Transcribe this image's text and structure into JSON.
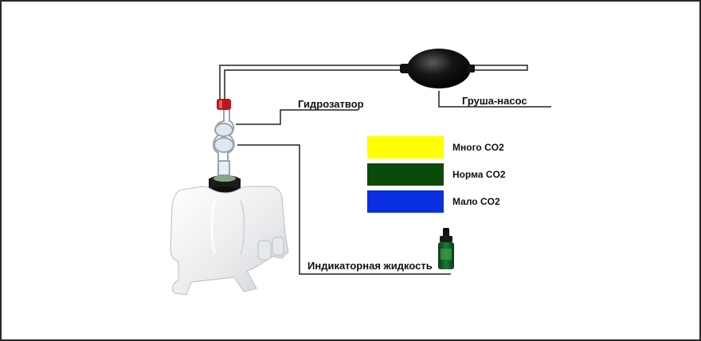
{
  "labels": {
    "water_seal": "Гидрозатвор",
    "pump_bulb": "Груша-насос",
    "indicator_fluid": "Индикаторная жидкость"
  },
  "legend": [
    {
      "label": "Много CO2",
      "color": "#ffff00"
    },
    {
      "label": "Норма CO2",
      "color": "#0a4a0a"
    },
    {
      "label": "Мало CO2",
      "color": "#0a2fe0"
    }
  ],
  "colors": {
    "tube": "#222222",
    "bulb": "#111111",
    "cap": "#c0141b",
    "tank": "#eef0f2"
  }
}
